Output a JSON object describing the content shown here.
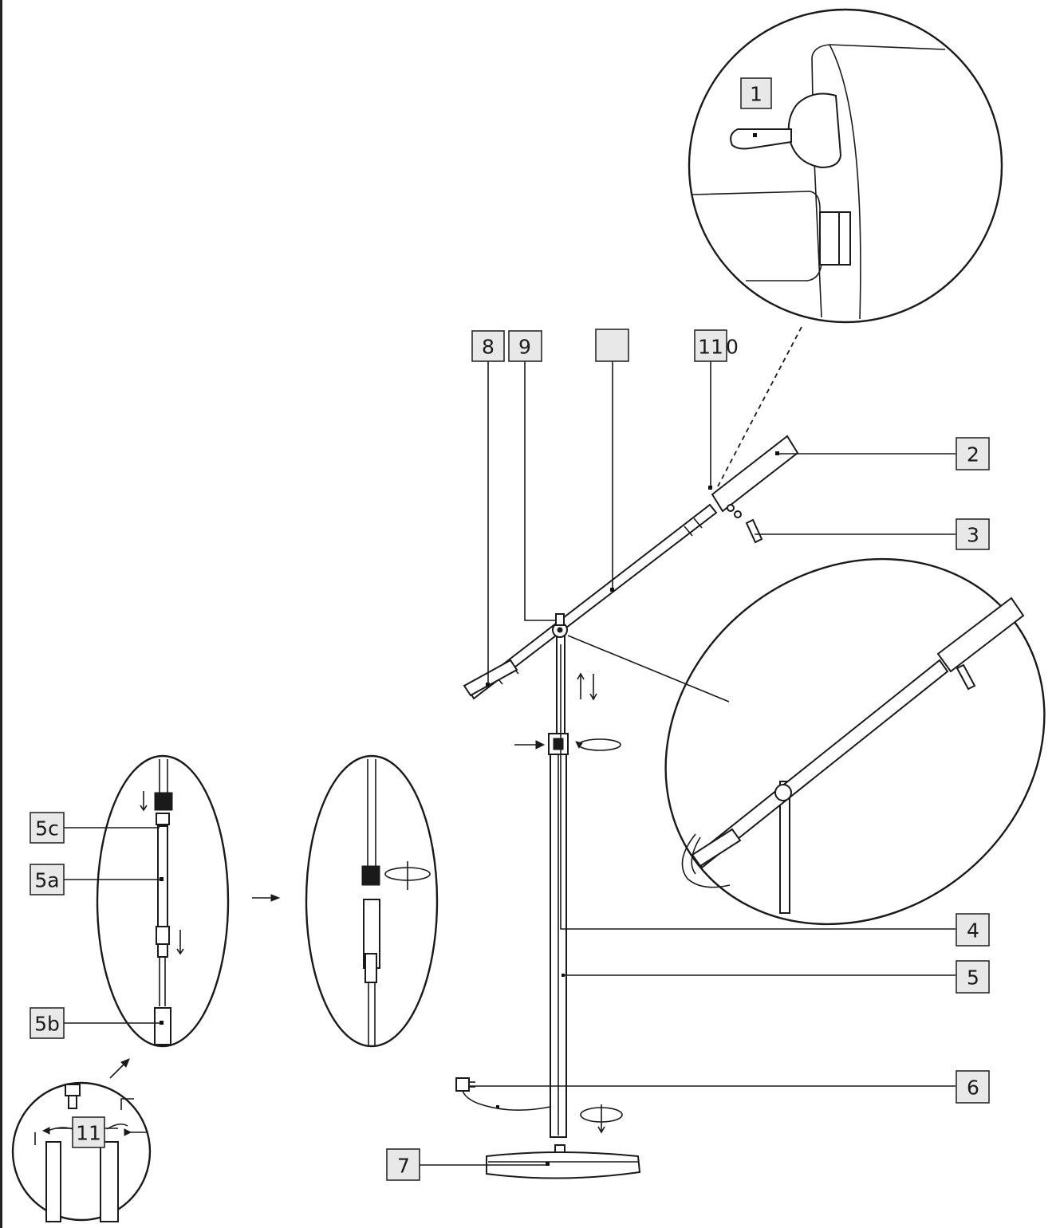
{
  "labels": {
    "l1": "1",
    "l2": "2",
    "l3": "3",
    "l4": "4",
    "l5": "5",
    "l5a": "5a",
    "l5b": "5b",
    "l5c": "5c",
    "l6": "6",
    "l7": "7",
    "l8": "8",
    "l9": "9",
    "l10": "",
    "l11": "11",
    "l110": "11",
    "l110_suffix": "0"
  }
}
